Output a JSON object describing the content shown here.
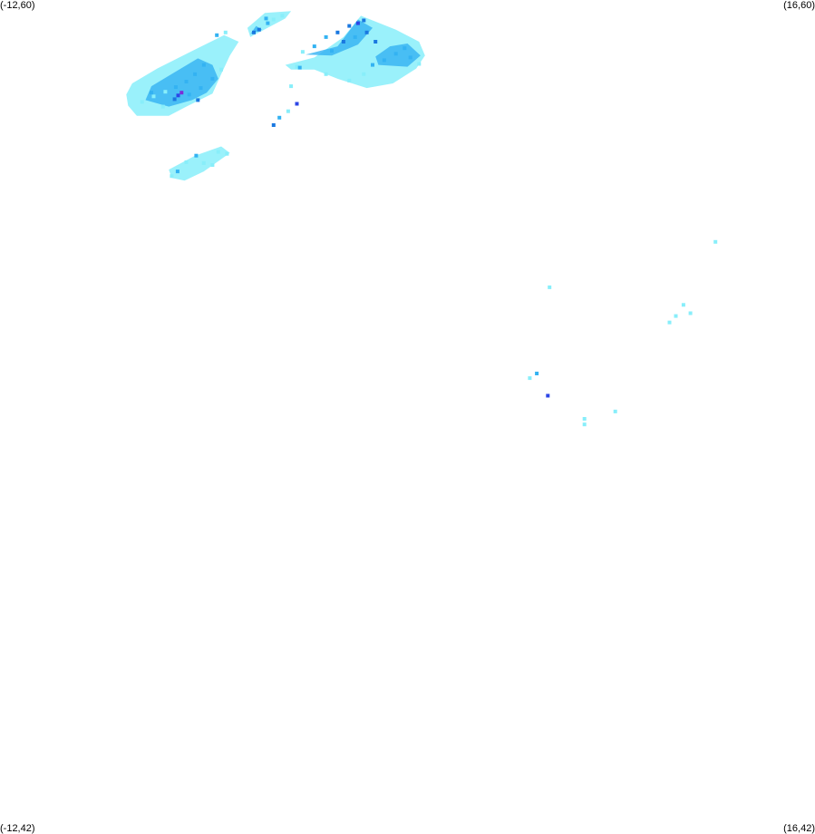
{
  "map": {
    "corner_labels": {
      "top_left": "(-12,60)",
      "top_right": "(16,60)",
      "bottom_left": "(-12,42)",
      "bottom_right": "(16,42)"
    },
    "extent": {
      "lon_min": -12,
      "lon_max": 16,
      "lat_min": 42,
      "lat_max": 60
    },
    "colors": {
      "level1": "#88eefa",
      "level2": "#33b2f2",
      "level3": "#1a78e0",
      "level4": "#2c46e6",
      "level5": "#7c2dd6"
    },
    "cells": [
      {
        "lon": -7.12,
        "lat": 57.8,
        "level": 1
      },
      {
        "lon": -6.72,
        "lat": 57.92,
        "level": 1
      },
      {
        "lon": -6.32,
        "lat": 58.02,
        "level": 1
      },
      {
        "lon": -5.96,
        "lat": 58.12,
        "level": 2
      },
      {
        "lon": -5.6,
        "lat": 58.24,
        "level": 2
      },
      {
        "lon": -5.3,
        "lat": 58.4,
        "level": 2
      },
      {
        "lon": -5.0,
        "lat": 58.6,
        "level": 2
      },
      {
        "lon": -6.8,
        "lat": 58.0,
        "level": 2
      },
      {
        "lon": -6.0,
        "lat": 57.86,
        "level": 3
      },
      {
        "lon": -5.76,
        "lat": 58.0,
        "level": 5
      },
      {
        "lon": -5.88,
        "lat": 57.94,
        "level": 4
      },
      {
        "lon": -5.5,
        "lat": 57.96,
        "level": 2
      },
      {
        "lon": -5.1,
        "lat": 58.1,
        "level": 2
      },
      {
        "lon": -4.7,
        "lat": 58.3,
        "level": 2
      },
      {
        "lon": -4.4,
        "lat": 58.5,
        "level": 1
      },
      {
        "lon": -6.4,
        "lat": 57.7,
        "level": 1
      },
      {
        "lon": -5.2,
        "lat": 57.84,
        "level": 3
      },
      {
        "lon": -4.55,
        "lat": 59.24,
        "level": 2
      },
      {
        "lon": -4.25,
        "lat": 59.3,
        "level": 1
      },
      {
        "lon": -3.28,
        "lat": 59.3,
        "level": 3
      },
      {
        "lon": -3.1,
        "lat": 59.36,
        "level": 3
      },
      {
        "lon": -2.86,
        "lat": 59.6,
        "level": 2
      },
      {
        "lon": -2.6,
        "lat": 59.58,
        "level": 1
      },
      {
        "lon": -2.8,
        "lat": 59.5,
        "level": 2
      },
      {
        "lon": -2.3,
        "lat": 59.66,
        "level": 1
      },
      {
        "lon": -1.6,
        "lat": 58.88,
        "level": 1
      },
      {
        "lon": -1.2,
        "lat": 59.0,
        "level": 2
      },
      {
        "lon": -0.8,
        "lat": 59.2,
        "level": 2
      },
      {
        "lon": -0.4,
        "lat": 59.3,
        "level": 3
      },
      {
        "lon": 0.0,
        "lat": 59.44,
        "level": 3
      },
      {
        "lon": 0.3,
        "lat": 59.5,
        "level": 4
      },
      {
        "lon": 0.5,
        "lat": 59.56,
        "level": 3
      },
      {
        "lon": -0.2,
        "lat": 59.1,
        "level": 3
      },
      {
        "lon": 0.2,
        "lat": 59.2,
        "level": 2
      },
      {
        "lon": 0.6,
        "lat": 59.3,
        "level": 3
      },
      {
        "lon": 0.9,
        "lat": 59.1,
        "level": 3
      },
      {
        "lon": -0.6,
        "lat": 58.9,
        "level": 2
      },
      {
        "lon": -1.8,
        "lat": 58.56,
        "level": 1
      },
      {
        "lon": 0.8,
        "lat": 58.6,
        "level": 2
      },
      {
        "lon": 1.2,
        "lat": 58.7,
        "level": 2
      },
      {
        "lon": 1.6,
        "lat": 58.84,
        "level": 2
      },
      {
        "lon": 1.9,
        "lat": 58.96,
        "level": 2
      },
      {
        "lon": 2.1,
        "lat": 58.76,
        "level": 2
      },
      {
        "lon": 2.4,
        "lat": 58.62,
        "level": 1
      },
      {
        "lon": 0.5,
        "lat": 58.4,
        "level": 1
      },
      {
        "lon": 0.0,
        "lat": 58.26,
        "level": 1
      },
      {
        "lon": -0.8,
        "lat": 58.4,
        "level": 1
      },
      {
        "lon": -1.8,
        "lat": 57.76,
        "level": 4
      },
      {
        "lon": -2.1,
        "lat": 57.6,
        "level": 1
      },
      {
        "lon": -2.4,
        "lat": 57.46,
        "level": 2
      },
      {
        "lon": -2.6,
        "lat": 57.3,
        "level": 3
      },
      {
        "lon": -2.0,
        "lat": 58.14,
        "level": 1
      },
      {
        "lon": -1.7,
        "lat": 58.54,
        "level": 2
      },
      {
        "lon": -5.26,
        "lat": 56.64,
        "level": 2
      },
      {
        "lon": -5.6,
        "lat": 56.5,
        "level": 1
      },
      {
        "lon": -5.9,
        "lat": 56.3,
        "level": 2
      },
      {
        "lon": -6.1,
        "lat": 56.2,
        "level": 1
      },
      {
        "lon": -5.0,
        "lat": 56.48,
        "level": 1
      },
      {
        "lon": -4.7,
        "lat": 56.44,
        "level": 1
      },
      {
        "lon": -4.5,
        "lat": 56.72,
        "level": 1
      },
      {
        "lon": -4.2,
        "lat": 56.68,
        "level": 1
      },
      {
        "lon": 12.58,
        "lat": 54.78,
        "level": 1
      },
      {
        "lon": 6.88,
        "lat": 53.8,
        "level": 1
      },
      {
        "lon": 11.48,
        "lat": 53.42,
        "level": 1
      },
      {
        "lon": 11.22,
        "lat": 53.18,
        "level": 1
      },
      {
        "lon": 11.72,
        "lat": 53.24,
        "level": 1
      },
      {
        "lon": 11.0,
        "lat": 53.04,
        "level": 1
      },
      {
        "lon": 6.44,
        "lat": 51.94,
        "level": 2
      },
      {
        "lon": 6.2,
        "lat": 51.84,
        "level": 1
      },
      {
        "lon": 6.82,
        "lat": 51.46,
        "level": 4
      },
      {
        "lon": 9.14,
        "lat": 51.12,
        "level": 1
      },
      {
        "lon": 8.08,
        "lat": 50.96,
        "level": 1
      },
      {
        "lon": 8.08,
        "lat": 50.84,
        "level": 1
      }
    ],
    "regions": [
      {
        "level": 1,
        "points": [
          [
            -7.6,
            57.72
          ],
          [
            -7.3,
            57.5
          ],
          [
            -6.2,
            57.5
          ],
          [
            -5.6,
            57.7
          ],
          [
            -4.7,
            57.98
          ],
          [
            -4.4,
            58.4
          ],
          [
            -4.1,
            58.8
          ],
          [
            -3.8,
            59.1
          ],
          [
            -4.3,
            59.24
          ],
          [
            -5.4,
            58.9
          ],
          [
            -6.6,
            58.52
          ],
          [
            -7.46,
            58.2
          ],
          [
            -7.66,
            57.96
          ]
        ]
      },
      {
        "level": 2,
        "points": [
          [
            -7.0,
            57.84
          ],
          [
            -6.2,
            57.7
          ],
          [
            -5.4,
            57.84
          ],
          [
            -4.9,
            58.0
          ],
          [
            -4.5,
            58.3
          ],
          [
            -4.7,
            58.6
          ],
          [
            -5.2,
            58.74
          ],
          [
            -6.0,
            58.44
          ],
          [
            -6.8,
            58.14
          ]
        ]
      },
      {
        "level": 1,
        "points": [
          [
            -3.4,
            59.2
          ],
          [
            -2.2,
            59.6
          ],
          [
            -2.0,
            59.76
          ],
          [
            -2.9,
            59.72
          ],
          [
            -3.5,
            59.4
          ]
        ]
      },
      {
        "level": 1,
        "points": [
          [
            -2.2,
            58.6
          ],
          [
            -1.2,
            58.76
          ],
          [
            -0.2,
            59.2
          ],
          [
            0.4,
            59.66
          ],
          [
            1.6,
            59.36
          ],
          [
            2.4,
            59.1
          ],
          [
            2.6,
            58.8
          ],
          [
            2.3,
            58.52
          ],
          [
            1.5,
            58.2
          ],
          [
            0.6,
            58.1
          ],
          [
            -0.4,
            58.3
          ],
          [
            -1.2,
            58.5
          ],
          [
            -2.0,
            58.5
          ]
        ]
      },
      {
        "level": 2,
        "points": [
          [
            -1.5,
            58.82
          ],
          [
            -0.4,
            59.0
          ],
          [
            0.3,
            59.58
          ],
          [
            0.8,
            59.4
          ],
          [
            0.3,
            59.04
          ],
          [
            -0.6,
            58.8
          ]
        ]
      },
      {
        "level": 2,
        "points": [
          [
            1.0,
            58.6
          ],
          [
            2.0,
            58.56
          ],
          [
            2.45,
            58.8
          ],
          [
            2.0,
            59.06
          ],
          [
            1.4,
            59.0
          ],
          [
            0.9,
            58.78
          ]
        ]
      },
      {
        "level": 1,
        "points": [
          [
            -5.66,
            56.1
          ],
          [
            -5.0,
            56.3
          ],
          [
            -4.1,
            56.7
          ],
          [
            -4.4,
            56.84
          ],
          [
            -5.3,
            56.64
          ],
          [
            -6.2,
            56.34
          ],
          [
            -6.1,
            56.16
          ]
        ]
      },
      {
        "level": 2,
        "points": [
          [
            -3.4,
            59.26
          ],
          [
            -3.0,
            59.36
          ],
          [
            -3.2,
            59.44
          ]
        ]
      }
    ]
  }
}
